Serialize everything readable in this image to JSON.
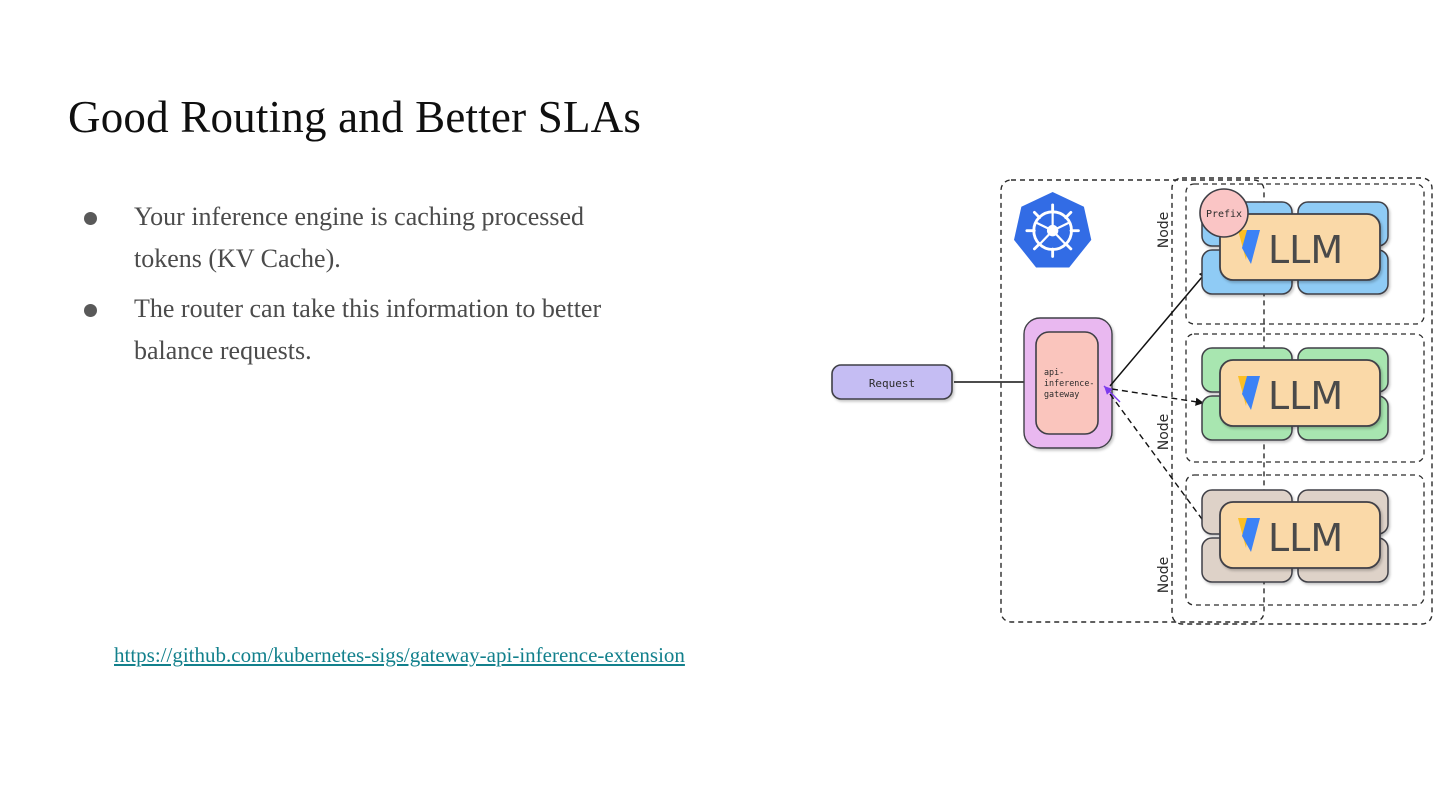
{
  "slide": {
    "title": "Good Routing and Better SLAs",
    "background_color": "#ffffff",
    "title_color": "#0f0f0f",
    "body_color": "#4b4b4b"
  },
  "bullets": [
    {
      "text": "Your inference engine is caching processed",
      "last_line": "tokens (KV Cache)."
    },
    {
      "text": "The router can take this information to better",
      "last_line": "balance requests."
    }
  ],
  "link": {
    "label": "https://github.com/kubernetes-sigs/gateway-api-inference-extension",
    "color": "#12808c"
  },
  "diagram": {
    "request_box": {
      "label": "Request",
      "fill": "#c5bdf3",
      "stroke": "#3f3f46"
    },
    "gateway_box": {
      "outer_fill": "#e9b8f0",
      "inner_fill": "#fac5bd",
      "stroke": "#3f3f46",
      "label_lines": [
        "api-",
        "inference-",
        "gateway"
      ]
    },
    "kubernetes_logo": {
      "name": "kubernetes-logo",
      "color": "#326ce5"
    },
    "cluster_label": "",
    "prefix_badge": {
      "label": "Prefix",
      "fill": "#fac5c5",
      "stroke": "#3f3f46"
    },
    "nodes": [
      {
        "label": "Node",
        "gpu_fill": "#8fcbf5",
        "gpu_stroke": "#3f3f46",
        "vllm_label": "LLM",
        "vllm_fill": "#fad9a8",
        "vllm_stroke": "#3f3f46",
        "arrow_style": "solid",
        "has_prefix_badge": true
      },
      {
        "label": "Node",
        "gpu_fill": "#a8e6b0",
        "gpu_stroke": "#3f3f46",
        "vllm_label": "LLM",
        "vllm_fill": "#fad9a8",
        "vllm_stroke": "#3f3f46",
        "arrow_style": "dashed",
        "has_prefix_badge": false
      },
      {
        "label": "Node",
        "gpu_fill": "#ded2c8",
        "gpu_stroke": "#3f3f46",
        "vllm_label": "LLM",
        "vllm_fill": "#fad9a8",
        "vllm_stroke": "#3f3f46",
        "arrow_style": "dashed",
        "has_prefix_badge": false
      }
    ],
    "vllm_logo": {
      "wedge_color": "#fbbf24",
      "check_color": "#3b82f6",
      "text_color": "#4a4a4a"
    }
  }
}
